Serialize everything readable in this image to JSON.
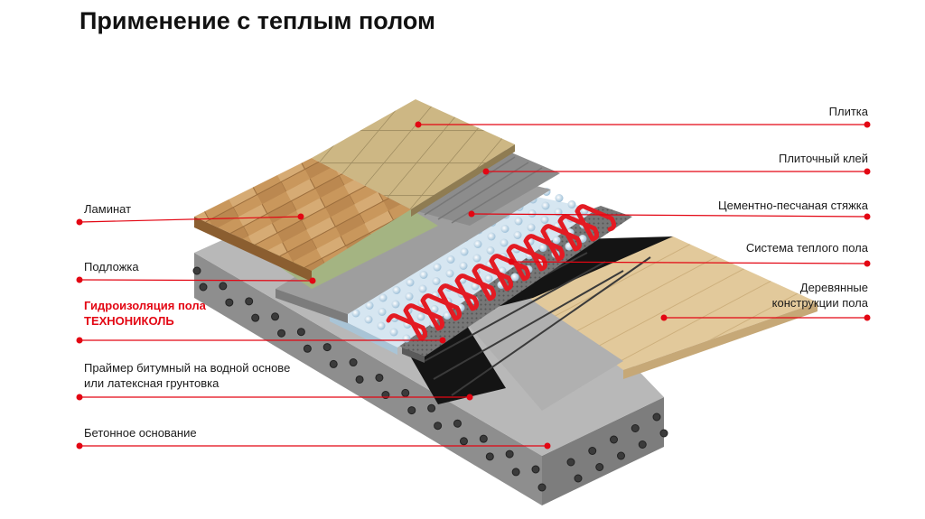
{
  "title": "Применение с теплым полом",
  "colors": {
    "accent": "#e30613",
    "tile": "#c9b27e",
    "laminate": "#c79a61",
    "underlay": "#9fb07d",
    "screed": "#9a9a9a",
    "heating_mat": "#d8e7f2",
    "heating_pipe": "#e31b23",
    "membrane": "#6f6f6f",
    "primer": "#111111",
    "wood_base": "#e0c596",
    "concrete": "#b5b5b5"
  },
  "labels": {
    "tile": "Плитка",
    "tile_adhesive": "Плиточный клей",
    "screed": "Цементно-песчаная стяжка",
    "heating_system": "Система теплого пола",
    "wooden_structures": [
      "Деревянные",
      "конструкции пола"
    ],
    "laminate": "Ламинат",
    "underlay": "Подложка",
    "waterproofing": [
      "Гидроизоляция пола",
      "ТЕХНОНИКОЛЬ"
    ],
    "primer": [
      "Праймер битумный на водной основе",
      "или латексная грунтовка"
    ],
    "concrete_base": "Бетонное основание"
  }
}
